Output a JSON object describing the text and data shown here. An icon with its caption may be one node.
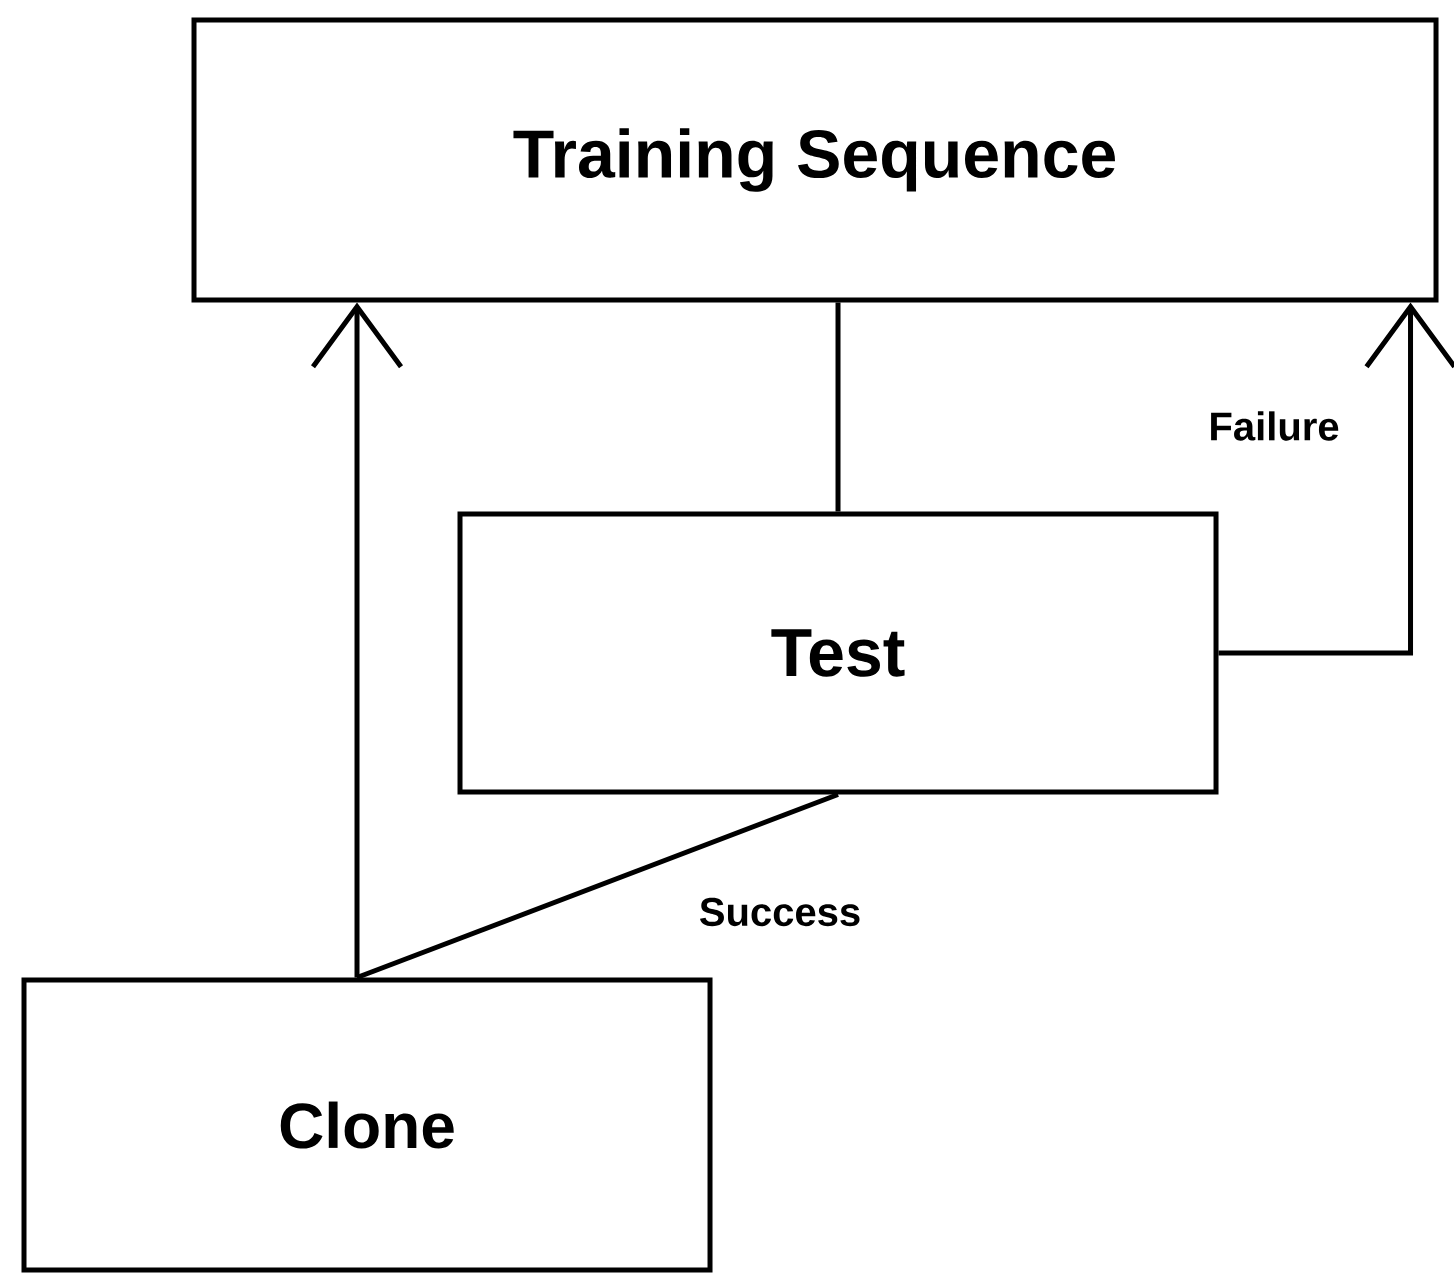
{
  "diagram": {
    "nodes": [
      {
        "text": [
          "Training Sequence"
        ]
      },
      {
        "text": [
          "Test"
        ]
      },
      {
        "text": [
          "Clone"
        ]
      }
    ],
    "edges": [
      {
        "from": 0,
        "to": 1,
        "arrow": "none"
      },
      {
        "from": 1,
        "to": 0,
        "arrow": "to",
        "label": "Failure"
      },
      {
        "from": 2,
        "to": 1,
        "arrow": "none",
        "label": "Success"
      },
      {
        "from": 2,
        "to": 0,
        "arrow": "to"
      }
    ]
  }
}
